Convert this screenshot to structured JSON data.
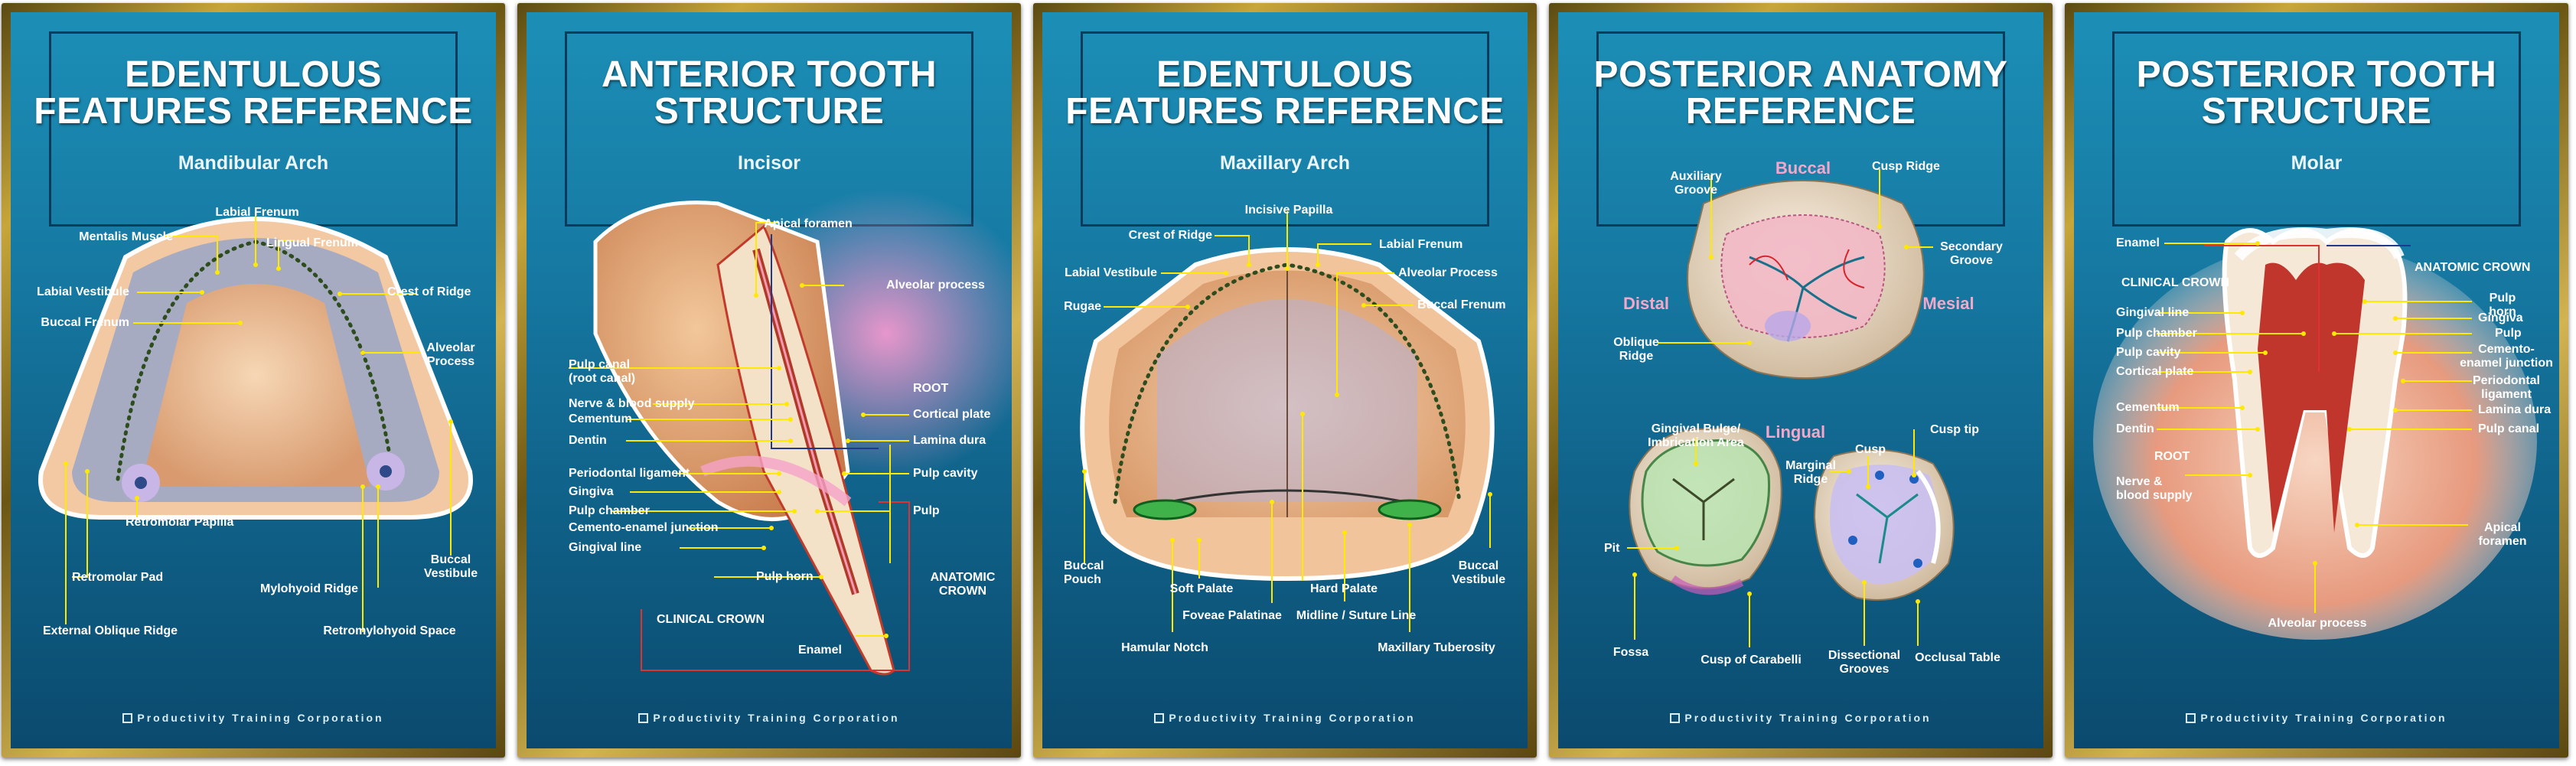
{
  "footer_text": "Productivity Training Corporation",
  "posters": [
    {
      "title_lines": [
        "EDENTULOUS",
        "FEATURES REFERENCE"
      ],
      "subtitle": "Mandibular Arch",
      "labels": {
        "labial_frenum": "Labial Frenum",
        "mentalis_muscle": "Mentalis Muscle",
        "lingual_frenum": "Lingual Frenum",
        "labial_vestibule": "Labial Vestibule",
        "crest_of_ridge": "Crest of Ridge",
        "buccal_frenum": "Buccal Frenum",
        "alveolar_process": "Alveolar\nProcess",
        "retromolar_papilla": "Retromolar Papilla",
        "retromolar_pad": "Retromolar Pad",
        "mylohyoid_ridge": "Mylohyoid Ridge",
        "buccal_vestibule": "Buccal\nVestibule",
        "external_oblique_ridge": "External Oblique Ridge",
        "retromylohyoid_space": "Retromylohyoid Space"
      }
    },
    {
      "title_lines": [
        "ANTERIOR TOOTH",
        "STRUCTURE"
      ],
      "subtitle": "Incisor",
      "labels": {
        "apical_foramen": "Apical foramen",
        "alveolar_process": "Alveolar process",
        "pulp_canal": "Pulp canal\n(root canal)",
        "root": "ROOT",
        "nerve_blood_supply": "Nerve & blood supply",
        "cortical_plate": "Cortical plate",
        "cementum": "Cementum",
        "lamina_dura": "Lamina dura",
        "dentin": "Dentin",
        "periodontal_ligament": "Periodontal ligament",
        "pulp_cavity": "Pulp cavity",
        "gingiva": "Gingiva",
        "pulp_chamber": "Pulp chamber",
        "pulp": "Pulp",
        "cej": "Cemento-enamel junction",
        "gingival_line": "Gingival line",
        "pulp_horn": "Pulp horn",
        "anatomic_crown": "ANATOMIC\nCROWN",
        "clinical_crown": "CLINICAL CROWN",
        "enamel": "Enamel"
      }
    },
    {
      "title_lines": [
        "EDENTULOUS",
        "FEATURES REFERENCE"
      ],
      "subtitle": "Maxillary Arch",
      "labels": {
        "incisive_papilla": "Incisive Papilla",
        "crest_of_ridge": "Crest of Ridge",
        "labial_frenum": "Labial Frenum",
        "labial_vestibule": "Labial Vestibule",
        "alveolar_process": "Alveolar Process",
        "rugae": "Rugae",
        "buccal_frenum": "Buccal Frenum",
        "buccal_pouch": "Buccal\nPouch",
        "buccal_vestibule": "Buccal\nVestibule",
        "soft_palate": "Soft Palate",
        "hard_palate": "Hard Palate",
        "foveae_palatinae": "Foveae Palatinae",
        "midline_suture": "Midline / Suture Line",
        "hamular_notch": "Hamular Notch",
        "maxillary_tuberosity": "Maxillary Tuberosity"
      }
    },
    {
      "title_lines": [
        "POSTERIOR ANATOMY",
        "REFERENCE"
      ],
      "subtitle": "",
      "labels": {
        "buccal": "Buccal",
        "auxiliary_groove": "Auxiliary\nGroove",
        "cusp_ridge": "Cusp Ridge",
        "secondary_groove": "Secondary\nGroove",
        "distal": "Distal",
        "mesial": "Mesial",
        "oblique_ridge": "Oblique\nRidge",
        "lingual": "Lingual",
        "gingival_bulge": "Gingival Bulge/\nImbrication Area",
        "cusp_tip": "Cusp tip",
        "cusp": "Cusp",
        "marginal_ridge": "Marginal\nRidge",
        "pit": "Pit",
        "fossa": "Fossa",
        "cusp_of_carabelli": "Cusp of Carabelli",
        "dissectional_grooves": "Dissectional\nGrooves",
        "occlusal_table": "Occlusal Table"
      }
    },
    {
      "title_lines": [
        "POSTERIOR TOOTH",
        "STRUCTURE"
      ],
      "subtitle": "Molar",
      "labels": {
        "enamel": "Enamel",
        "anatomic_crown": "ANATOMIC CROWN",
        "clinical_crown": "CLINICAL CROWN",
        "pulp_horn": "Pulp\nhorn",
        "gingival_line": "Gingival line",
        "gingiva": "Gingiva",
        "pulp_chamber": "Pulp chamber",
        "pulp": "Pulp",
        "pulp_cavity": "Pulp cavity",
        "cej": "Cemento-\nenamel junction",
        "cortical_plate": "Cortical plate",
        "periodontal_ligament": "Periodontal\nligament",
        "cementum": "Cementum",
        "lamina_dura": "Lamina dura",
        "dentin": "Dentin",
        "pulp_canal": "Pulp canal",
        "root": "ROOT",
        "nerve_blood_supply": "Nerve &\nblood supply",
        "apical_foramen": "Apical\nforamen",
        "alveolar_process": "Alveolar process"
      }
    }
  ]
}
